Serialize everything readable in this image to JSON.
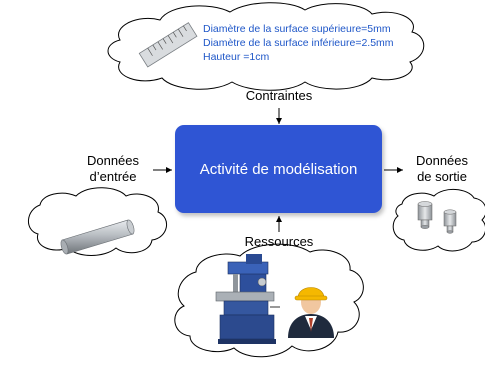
{
  "activity": {
    "label": "Activité de modélisation",
    "color": "#2f55d4"
  },
  "constraints": {
    "title": "Contraintes",
    "lines": [
      "Diamètre de la surface supérieure=5mm",
      "Diamètre de la surface inférieure=2.5mm",
      "Hauteur =1cm"
    ],
    "text_color": "#1f57c8"
  },
  "inputs": {
    "line1": "Données",
    "line2": "d’entrée"
  },
  "outputs": {
    "line1": "Données",
    "line2": "de sortie"
  },
  "resources": {
    "title": "Ressources"
  }
}
